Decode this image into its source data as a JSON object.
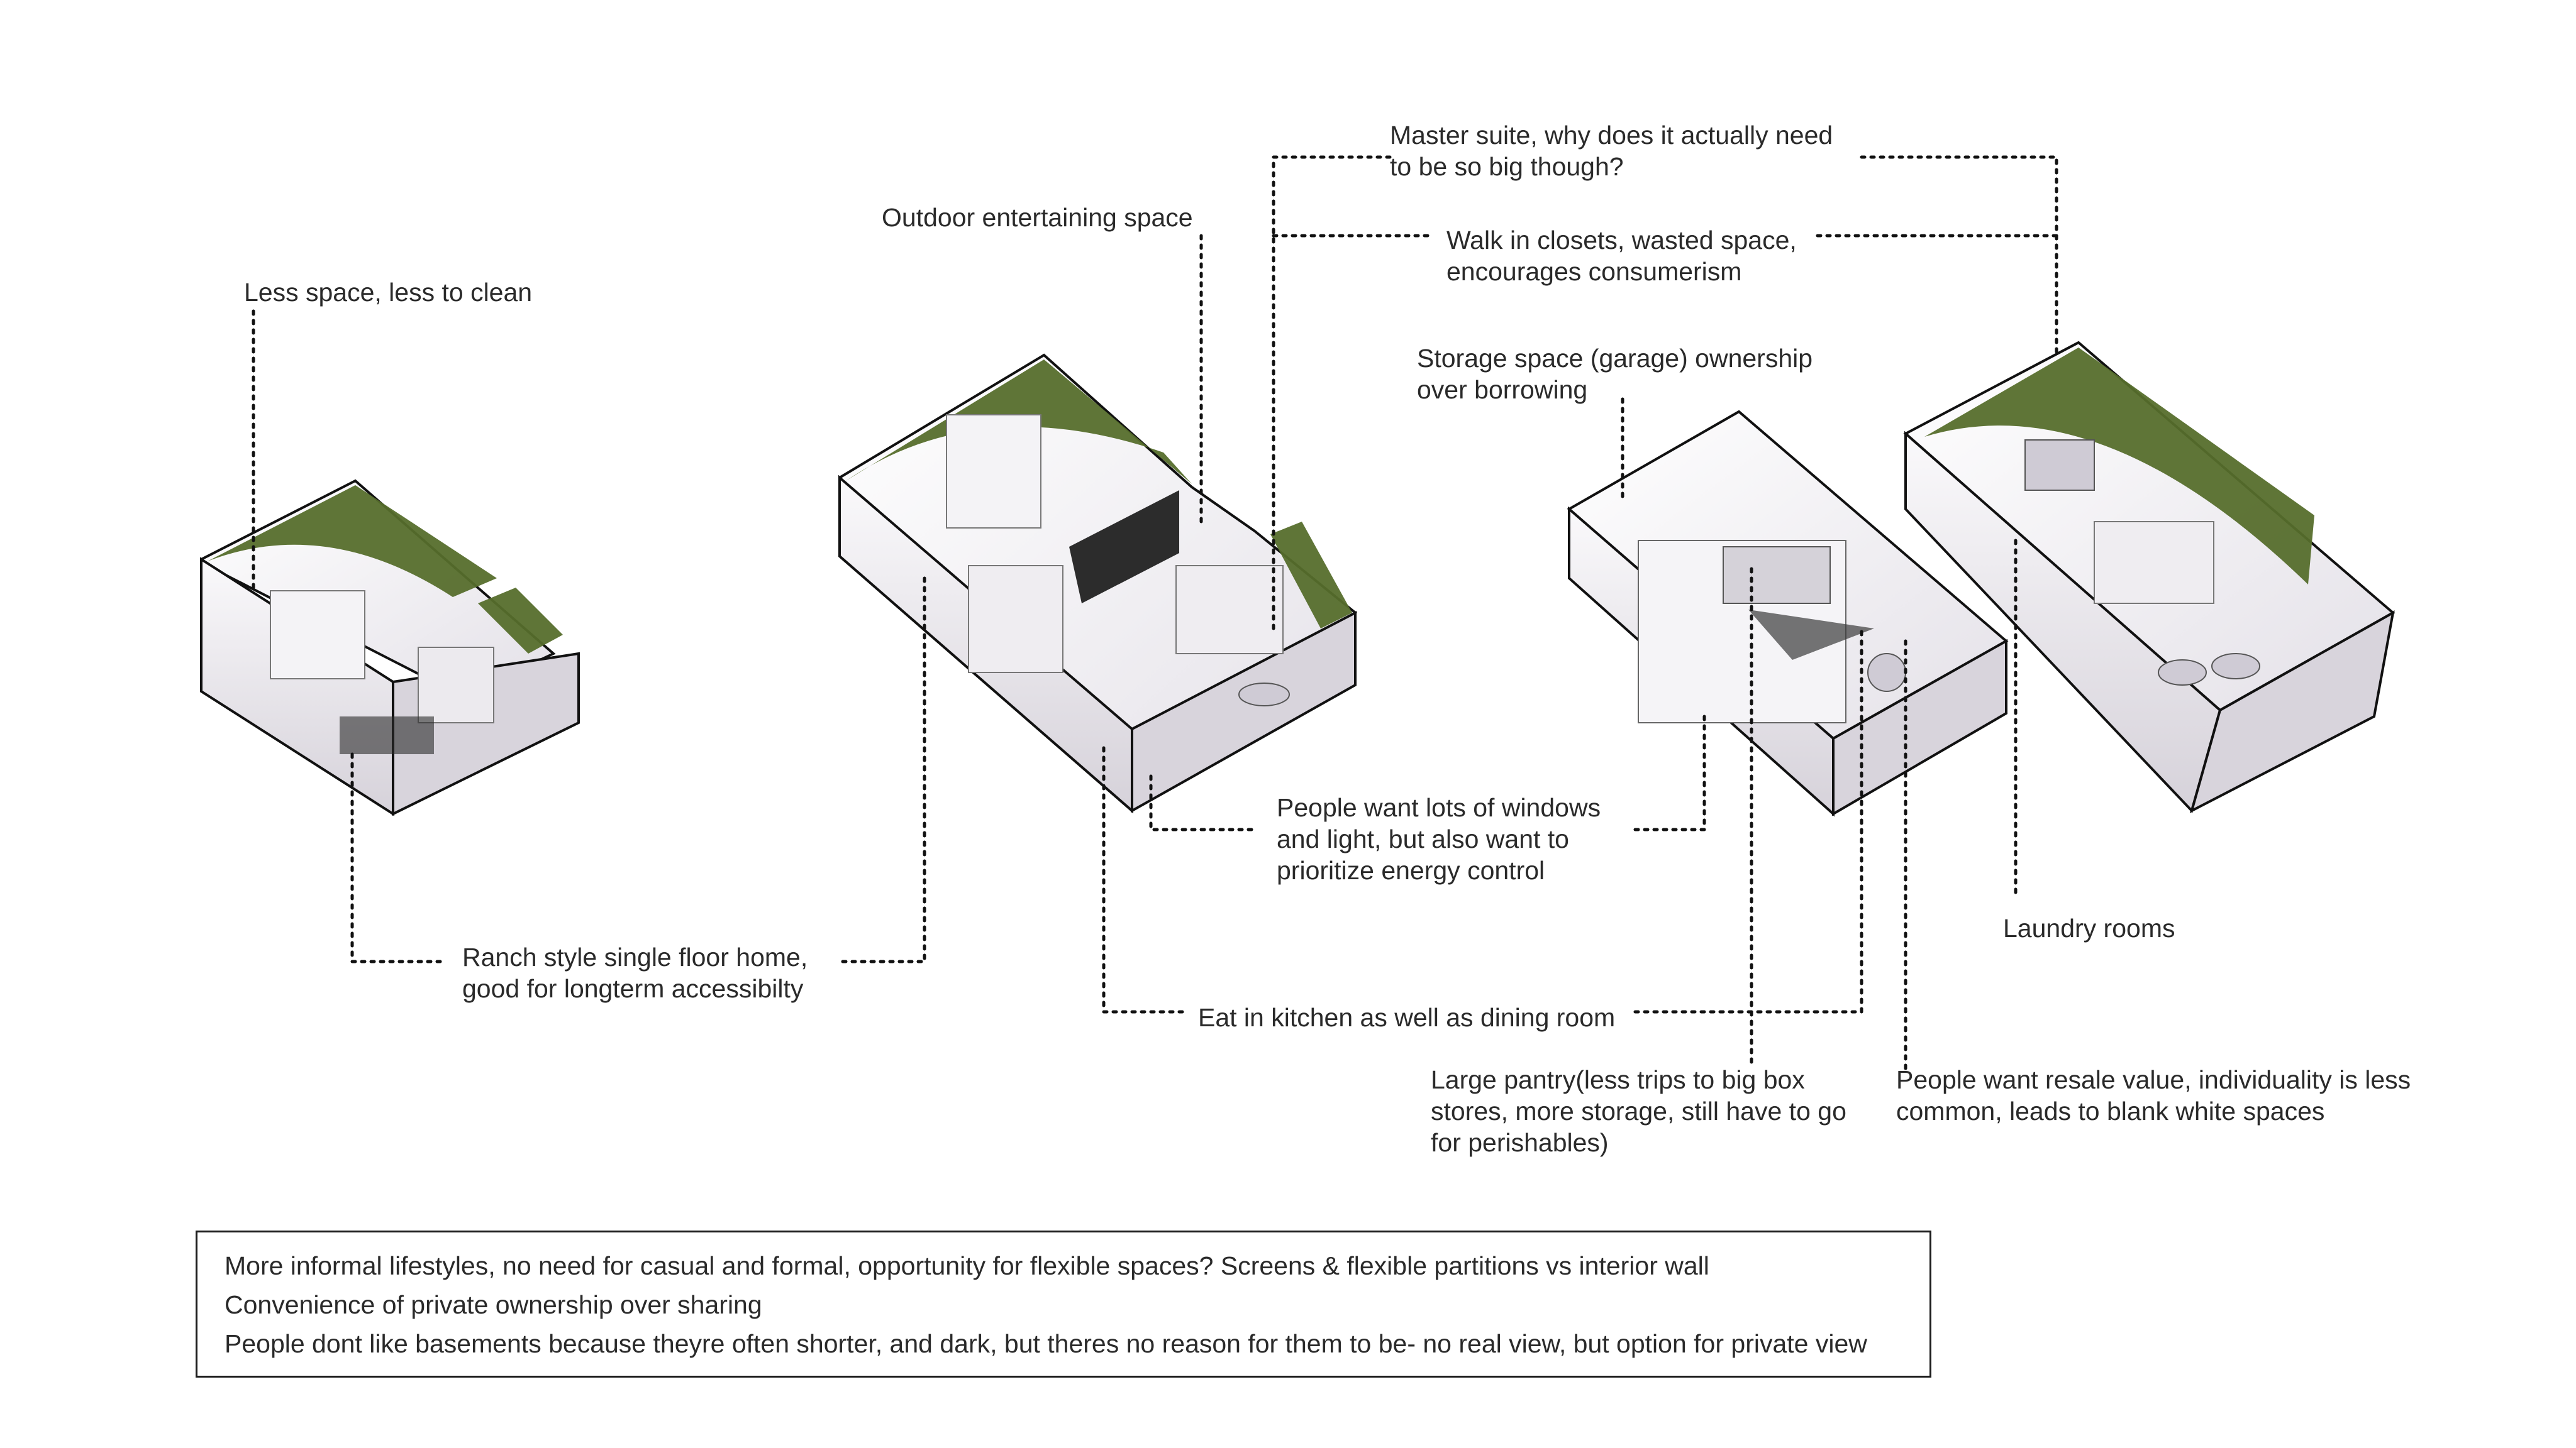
{
  "annotations": {
    "less_space": "Less space, less to clean",
    "outdoor": "Outdoor entertaining space",
    "master_1": "Master suite, why does it actually need",
    "master_2": "to be so big though?",
    "closets_1": "Walk in closets, wasted space,",
    "closets_2": "encourages consumerism",
    "storage_1": "Storage space (garage) ownership",
    "storage_2": "over borrowing",
    "windows_1": "People want lots of windows",
    "windows_2": "and light, but also want to",
    "windows_3": "prioritize energy control",
    "ranch_1": "Ranch style single floor home,",
    "ranch_2": "good for longterm accessibilty",
    "laundry": "Laundry rooms",
    "kitchen": "Eat in kitchen as well as dining room",
    "pantry_1": "Large pantry(less trips to big box",
    "pantry_2": "stores, more storage, still have to go",
    "pantry_3": "for perishables)",
    "resale_1": "People want resale value, individuality is less",
    "resale_2": "common, leads to blank white spaces"
  },
  "notes": [
    "More informal lifestyles, no need for casual and formal, opportunity for flexible spaces? Screens & flexible partitions vs interior wall",
    "Convenience of private ownership over sharing",
    "People dont like basements because theyre often shorter, and dark, but theres no reason for them to be- no real view, but option for private view"
  ],
  "colors": {
    "green_roof": "#566e2c",
    "wall_light": "#f3f1f5",
    "wall_mid": "#d9d5de",
    "wall_dark": "#b9b4c0",
    "outline": "#111111"
  }
}
